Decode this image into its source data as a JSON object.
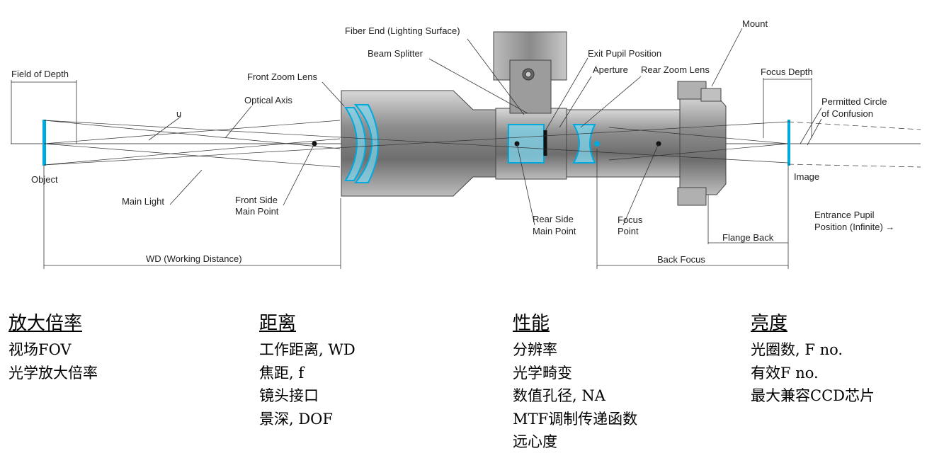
{
  "diagram": {
    "labels": {
      "field_of_depth": "Field of Depth",
      "u": "u",
      "optical_axis": "Optical Axis",
      "front_zoom_lens": "Front Zoom Lens",
      "fiber_end": "Fiber End (Lighting Surface)",
      "beam_splitter": "Beam Splitter",
      "exit_pupil_position": "Exit Pupil Position",
      "aperture": "Aperture",
      "rear_zoom_lens": "Rear Zoom Lens",
      "mount": "Mount",
      "focus_depth": "Focus Depth",
      "permitted_circle_1": "Permitted Circle",
      "permitted_circle_2": "of Confusion",
      "object": "Object",
      "image": "Image",
      "main_light": "Main Light",
      "front_side_1": "Front Side",
      "front_side_2": "Main Point",
      "rear_side_1": "Rear Side",
      "rear_side_2": "Main Point",
      "focus_point_1": "Focus",
      "focus_point_2": "Point",
      "entrance_pupil_1": "Entrance Pupil",
      "entrance_pupil_2": "Position (Infinite) →",
      "flange_back": "Flange Back",
      "wd": "WD (Working Distance)",
      "back_focus": "Back Focus"
    },
    "colors": {
      "lens_blue": "#00aadd",
      "body_gray": "#9a9a9a",
      "dark": "#333333"
    }
  },
  "columns": [
    {
      "title": "放大倍率",
      "items": [
        "视场FOV",
        "光学放大倍率"
      ]
    },
    {
      "title": "距离",
      "items": [
        "工作距离, WD",
        "焦距, f",
        "镜头接口",
        "景深, DOF"
      ]
    },
    {
      "title": "性能",
      "items": [
        "分辨率",
        "光学畸变",
        "数值孔径, NA",
        "MTF调制传递函数",
        "远心度"
      ]
    },
    {
      "title": "亮度",
      "items": [
        "光圈数, F no.",
        "有效F no.",
        "最大兼容CCD芯片"
      ]
    }
  ]
}
